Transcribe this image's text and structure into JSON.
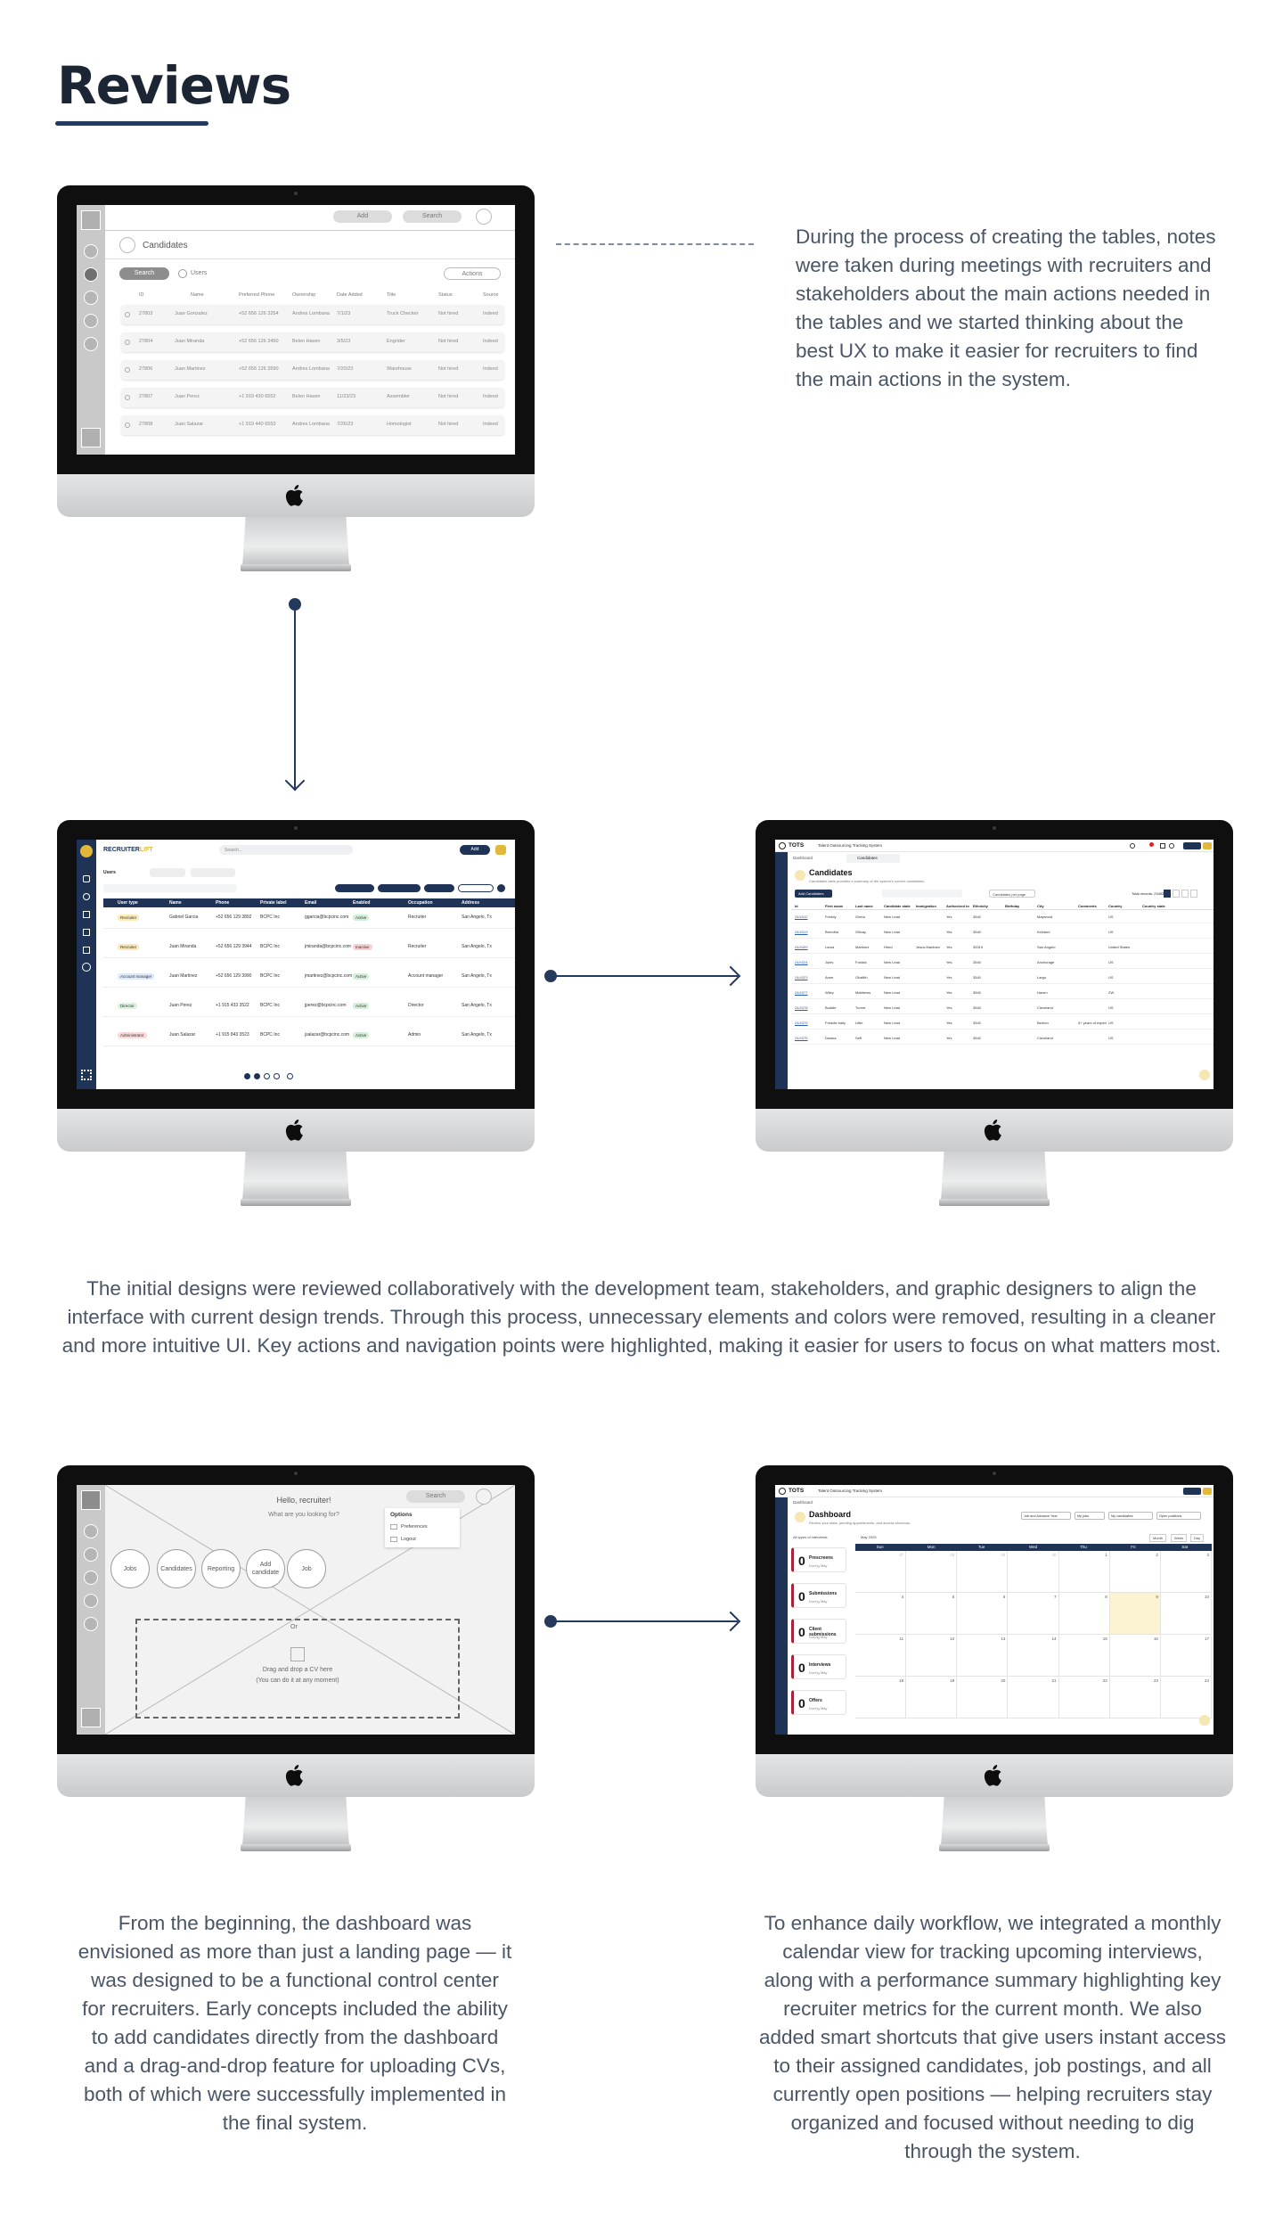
{
  "page": {
    "title": "Reviews",
    "para_tables": "During the process of creating the tables, notes were taken during meetings with recruiters and stakeholders about the main actions needed in the tables and we started thinking about the best UX to make it easier for recruiters to find the main actions in the system.",
    "para_review": "The initial designs were reviewed collaboratively with the development team, stakeholders, and graphic designers to align the interface with current design trends. Through this process, unnecessary elements and colors were removed, resulting in a cleaner and more intuitive UI. Key actions and navigation points were highlighted, making it easier for users to focus on what matters most.",
    "para_dashboard_left": "From the beginning, the dashboard was envisioned as more than just a landing page — it was designed to be a functional control center for recruiters. Early concepts included the ability to add candidates directly from the dashboard and a drag-and-drop feature for uploading CVs, both of which were successfully implemented in the final system.",
    "para_dashboard_right": "To enhance daily workflow, we integrated a monthly calendar view for tracking upcoming interviews, along with a performance summary highlighting key recruiter metrics for the current month. We also added smart shortcuts that give users instant access to their assigned candidates, job postings, and all currently open positions — helping recruiters stay organized and focused without needing to dig through the system."
  },
  "wire_table": {
    "add": "Add",
    "search": "Search",
    "heading": "Candidates",
    "search_btn": "Search",
    "users": "Users",
    "actions": "Actions",
    "columns": [
      "ID",
      "Name",
      "Preferred Phone",
      "Ownership",
      "Date Added",
      "Title",
      "Status",
      "Source"
    ],
    "rows": [
      [
        "27803",
        "Juan Gonzalez",
        "+52 656 126 3254",
        "Andres Lombana",
        "7/1/23",
        "Truck Checker",
        "Not hired",
        "Indeed"
      ],
      [
        "27804",
        "Juan Miranda",
        "+52 656 126 3450",
        "Belen Haven",
        "3/5/23",
        "Engrider",
        "Not hired",
        "Indeed"
      ],
      [
        "27806",
        "Juan Martinez",
        "+52 656 126 3590",
        "Andres Lombana",
        "7/20/23",
        "Warehouse",
        "Not hired",
        "Indeed"
      ],
      [
        "27807",
        "Juan Perez",
        "+1 919 430 6552",
        "Belen Haven",
        "11/23/23",
        "Assembler",
        "Not hired",
        "Indeed"
      ],
      [
        "27808",
        "Juan Salazar",
        "+1 919 440 6553",
        "Andres Lombana",
        "7/26/23",
        "Homologist",
        "Not hired",
        "Indeed"
      ]
    ]
  },
  "users_ui": {
    "logo_a": "RECRUITER",
    "logo_b": "LIFT",
    "search_ph": "Search...",
    "add": "Add",
    "user": "Users",
    "columns": [
      "User type",
      "Name",
      "Phone",
      "Private label",
      "Email",
      "Enabled",
      "Occupation",
      "Address"
    ],
    "rows": [
      {
        "type": "Recruiter",
        "name": "Gabriel Garcia",
        "phone": "+52 656 129 3892",
        "label": "BCPC Inc",
        "email": "ggarcia@bcpcinc.com",
        "enabled": "Active",
        "occ": "Recruiter",
        "addr": "San Angelo, Tx"
      },
      {
        "type": "Recruiter",
        "name": "Juan Miranda",
        "phone": "+52 656 129 3944",
        "label": "BCPC Inc",
        "email": "jmiranda@bcpcinc.com",
        "enabled": "Inactive",
        "occ": "Recruiter",
        "addr": "San Angelo, Tx"
      },
      {
        "type": "Account manager",
        "name": "Juan Martinez",
        "phone": "+52 656 129 3990",
        "label": "BCPC Inc",
        "email": "jmartinez@bcpcinc.com",
        "enabled": "Active",
        "occ": "Account manager",
        "addr": "San Angelo, Tx"
      },
      {
        "type": "Director",
        "name": "Juan Perez",
        "phone": "+1 915 433 3522",
        "label": "BCPC Inc",
        "email": "jperez@bcpcinc.com",
        "enabled": "Active",
        "occ": "Director",
        "addr": "San Angelo, Tx"
      },
      {
        "type": "Administrator",
        "name": "Juan Salazar",
        "phone": "+1 915 843 3523",
        "label": "BCPC Inc",
        "email": "jsalazar@bcpcinc.com",
        "enabled": "Active",
        "occ": "Admin",
        "addr": "San Angelo, Tx"
      }
    ],
    "colors": {
      "navy": "#1f3356",
      "gold": "#e2b83b"
    }
  },
  "tots_candidates": {
    "brand": "TOTS",
    "system": "Talent Outsourcing Tracking System",
    "tab_dashboard": "Dashboard",
    "tab_candidates": "Candidates",
    "heading": "Candidates",
    "sub": "Candidates table provides a summary of the system's current candidates.",
    "add": "Add Candidates",
    "per_page": "Candidates per page",
    "total": "Total records: 23453",
    "columns": [
      "Id",
      "First name",
      "Last name",
      "Candidate state",
      "Immigration",
      "Authorized to",
      "Ethnicity",
      "Birthday",
      "City",
      "Comments",
      "Country",
      "Country state"
    ],
    "rows": [
      [
        "24/4312",
        "Freddy",
        "Gloria",
        "New Lead",
        "",
        "Yes",
        "3540",
        "",
        "Maywood",
        "",
        "US"
      ],
      [
        "24/4313",
        "Brendha",
        "Ollivay",
        "New Lead",
        "",
        "Yes",
        "3540",
        "",
        "Kirkland",
        "",
        "US"
      ],
      [
        "24/4320",
        "Laura",
        "Martinez",
        "Hired",
        "Jesus Martinez",
        "Yes",
        "35319",
        "",
        "San Angelo",
        "",
        "United States"
      ],
      [
        "24/4324",
        "Jules",
        "Fostick",
        "New Lead",
        "",
        "Yes",
        "3540",
        "",
        "Anchorage",
        "",
        "US"
      ],
      [
        "24/4323",
        "Anne",
        "Ohallith",
        "New Lead",
        "",
        "Yes",
        "3540",
        "",
        "Largo",
        "",
        "US"
      ],
      [
        "24/4377",
        "Wiley",
        "Matthews",
        "New Lead",
        "",
        "Yes",
        "3540",
        "",
        "Haven",
        "",
        "ZW"
      ],
      [
        "24/4378",
        "Buddie",
        "Turner",
        "New Lead",
        "",
        "Yes",
        "3540",
        "",
        "Cleveland",
        "",
        "US"
      ],
      [
        "24/4379",
        "Freddie bally",
        "Little",
        "New Lead",
        "",
        "Yes",
        "3540",
        "",
        "Benton",
        "5+ years of experi",
        "US"
      ],
      [
        "24/4375",
        "Dwana",
        "Seff",
        "New Lead",
        "",
        "Yes",
        "3540",
        "",
        "Cleveland",
        "",
        "US"
      ]
    ]
  },
  "wire_dashboard": {
    "hello": "Hello, recruiter!",
    "question": "What are you looking for?",
    "search": "Search",
    "options": "Options",
    "preferences": "Preferences",
    "logout": "Logout",
    "circles": [
      "Jobs",
      "Candidates",
      "Reporting",
      "Add candidate",
      "Job"
    ],
    "or": "Or",
    "drop1": "Drag and drop a CV here",
    "drop2": "(You can do it at any moment)"
  },
  "tots_dashboard": {
    "brand": "TOTS",
    "system": "Talent Outsourcing Tracking System",
    "breadcrumb": "Dashboard",
    "heading": "Dashboard",
    "sub": "Review your stats, pending appointments, and access shortcuts.",
    "buttons": [
      "Job and Advance Year",
      "My jobs",
      "My candidates",
      "Open positions"
    ],
    "filter": "All types of interviews",
    "month": "May 2025",
    "views": [
      "Month",
      "Week",
      "Day"
    ],
    "kpis": [
      {
        "n": "0",
        "label": "Prescreens",
        "sub": "During May"
      },
      {
        "n": "0",
        "label": "Submissions",
        "sub": "During May"
      },
      {
        "n": "0",
        "label": "Client submissions",
        "sub": "During May"
      },
      {
        "n": "0",
        "label": "Interviews",
        "sub": "During May"
      },
      {
        "n": "0",
        "label": "Offers",
        "sub": "During May"
      }
    ],
    "days": [
      "Sun",
      "Mon",
      "Tue",
      "Wed",
      "Thu",
      "Fri",
      "Sat"
    ],
    "dates": [
      "27",
      "28",
      "29",
      "30",
      "1",
      "2",
      "3",
      "4",
      "5",
      "6",
      "7",
      "8",
      "9",
      "10",
      "11",
      "12",
      "13",
      "14",
      "15",
      "16",
      "17",
      "18",
      "19",
      "20",
      "21",
      "22",
      "23",
      "24"
    ]
  }
}
